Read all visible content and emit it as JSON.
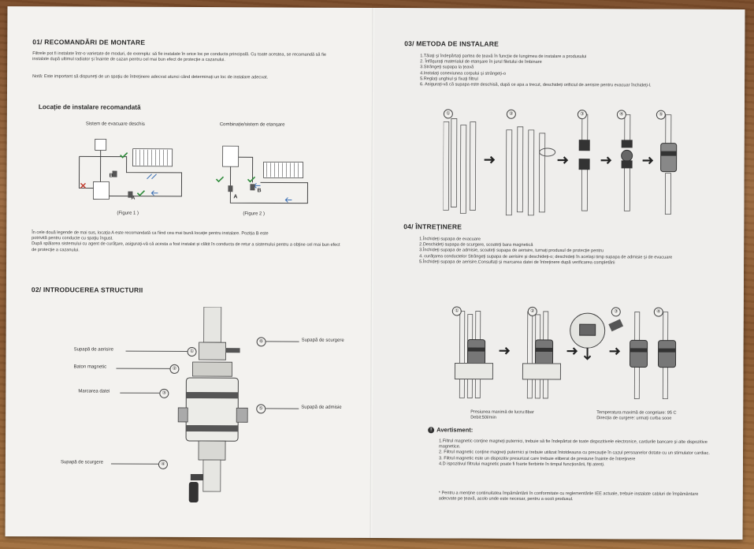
{
  "left": {
    "s1_number": "01/",
    "s1_title": "RECOMANDĂRI DE MONTARE",
    "s1_p1": "Filtrele pot fi instalate într-o varietate de moduri, de exemplu: să fie instalate în orice loc pe conducta principală. Cu toate acestea, se recomandă să fie instalate după ultimul radiator și înainte de cazan pentru cel mai bun efect de protecție a cazanului.",
    "s1_p2": "Notă: Este important să dispuneți de un spațiu de întreținere adecvat atunci când determinați un loc de instalare adecvat.",
    "loc_title": "Locație de instalare recomandată",
    "fig1_title": "Sistem de evacuare deschis",
    "fig2_title": "Combinație/sistem de etanșare",
    "fig1_caption": "(Figure 1 )",
    "fig2_caption": "(Figure 2 )",
    "fig_A": "A",
    "fig_B": "B",
    "legend_line1": "În cele două legende de mai sus, locația A este recomandată ca fiind cea mai bună locație pentru instalare. Poziția B este",
    "legend_line2": "potrivită pentru conducte cu spațiu îngust.",
    "legend_line3": "După spălarea sistemului cu agent de curățare, asigurați-vă că acesta a fost instalat și clătit în conducta de retur a sistemului pentru a obține cel mai bun efect de protecție a cazanului.",
    "s2_number": "02/",
    "s2_title": "INTRODUCEREA STRUCTURII",
    "parts": [
      {
        "num": "①",
        "label": "Supapă de aerisire"
      },
      {
        "num": "②",
        "label": "Baton magnetic"
      },
      {
        "num": "③",
        "label": "Marcarea datei"
      },
      {
        "num": "④",
        "label": "Supapă de scurgere"
      },
      {
        "num": "⑤",
        "label": "Supapă de admisie"
      },
      {
        "num": "⑥",
        "label": "Supapă de scurgere"
      }
    ]
  },
  "right": {
    "s3_number": "03/",
    "s3_title": "METODA DE INSTALARE",
    "s3_steps": [
      "1.Tăiați și îndepărtați partea de țeavă în funcție de lungimea de instalare a produsului",
      "2. Înfășurați materialul de etanșare în jurul filetului de îmbinare",
      "3.Strângeți supapa la țeavă",
      "4.Instalați conexiunea corpului și strângeți-o",
      "5.Reglați unghiul și fixați filtrul",
      "6. Asigurați-vă că supapa este deschisă, după ce apa a trecut, deschideți orificiul de aerisire pentru evacuar închideți-l."
    ],
    "install_nums": [
      "①",
      "②",
      "③",
      "④",
      "⑤"
    ],
    "s4_number": "04/",
    "s4_title": "ÎNTREȚINERE",
    "s4_steps": [
      "1.Închideți supapa de evacuare",
      "2.Deschideți supapa de scurgere, scoateți bara magnetică",
      "3.Închideți supapa de admisie, scoateți supapa de aerisire, turnați produsul de protecție pentru",
      "4. curățarea conductelor Strângeți supapa de aerisire și deschideți-o; deschideți în același timp supapa de admisie și de evacuare",
      "5.Închideți supapa de aerisire.Consultați și marcarea datei de întreținere după verificarea completării"
    ],
    "maint_nums": [
      "①",
      "②",
      "③",
      "④"
    ],
    "spec_pressure": "Presiunea maximă de lucru:8bar",
    "spec_flow": "Debit:50l/min",
    "spec_temp": "Temperatura maximă de congelare: 95 C",
    "spec_dir": "Direcția de curgere: urmați curba sooe",
    "warn_title": "Avertisment:",
    "warn_items": [
      "1.Filtrul magnetic conține magneți puternici, trebuie să fie îndepărtat de toate dispozitivele electronice, cardurile bancare și alte dispozitive magnetice.",
      "2. Filtrul magnetic conține magneți puternici și trebuie utilizat întotdeauna cu precauție în cazul persoanelor dotate cu un stimulator cardiac.",
      "3. Filtrul magnetic este un dispozitiv presurizat care trebuie eliberat de presiune înainte de întreținere",
      "4.D ispozitivul filtrului magnetic poate fi foarte fierbinte în timpul funcționării, fiți atenți."
    ],
    "note": "* Pentru a menține continuitatea împământării în conformitate cu reglementările IEE actuale, trebuie instalate cabluri de împământare adecvate pe țeavă, acolo unde este necesar, pentru a ocoli produsul."
  },
  "colors": {
    "check": "#2e8b3a",
    "arrow": "#3a6fb5",
    "cross": "#c0392b"
  }
}
